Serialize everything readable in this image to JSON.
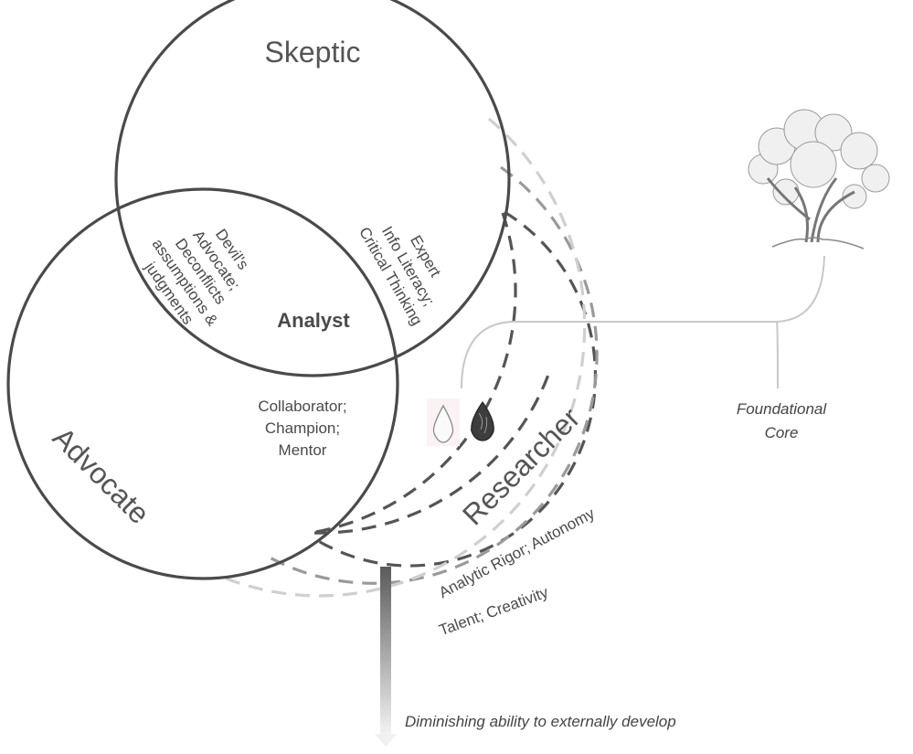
{
  "diagram": {
    "circles": {
      "skeptic": "Skeptic",
      "advocate": "Advocate",
      "researcher": "Researcher"
    },
    "center": "Analyst",
    "overlaps": {
      "skeptic_advocate": [
        "Devil's",
        "Advocate;",
        "Deconflicts",
        "assumptions &",
        "judgments"
      ],
      "skeptic_researcher": [
        "Expert",
        "Info Literacy;",
        "Critical Thinking"
      ],
      "advocate_researcher": [
        "Collaborator;",
        "Champion;",
        "Mentor"
      ]
    },
    "rings": {
      "inner": "Analytic Rigor; Autonomy",
      "outer": "Talent; Creativity"
    },
    "foundation": [
      "Foundational",
      "Core"
    ],
    "arrow_caption": "Diminishing ability to externally develop",
    "icons": [
      "tree-icon",
      "seed-icon",
      "dark-seed-icon"
    ],
    "colors": {
      "circle_stroke": "#4a4a4a",
      "ring_dark": "#555555",
      "ring_mid": "#9a9a9a",
      "ring_light": "#cfcfcf",
      "text": "#555555"
    }
  }
}
